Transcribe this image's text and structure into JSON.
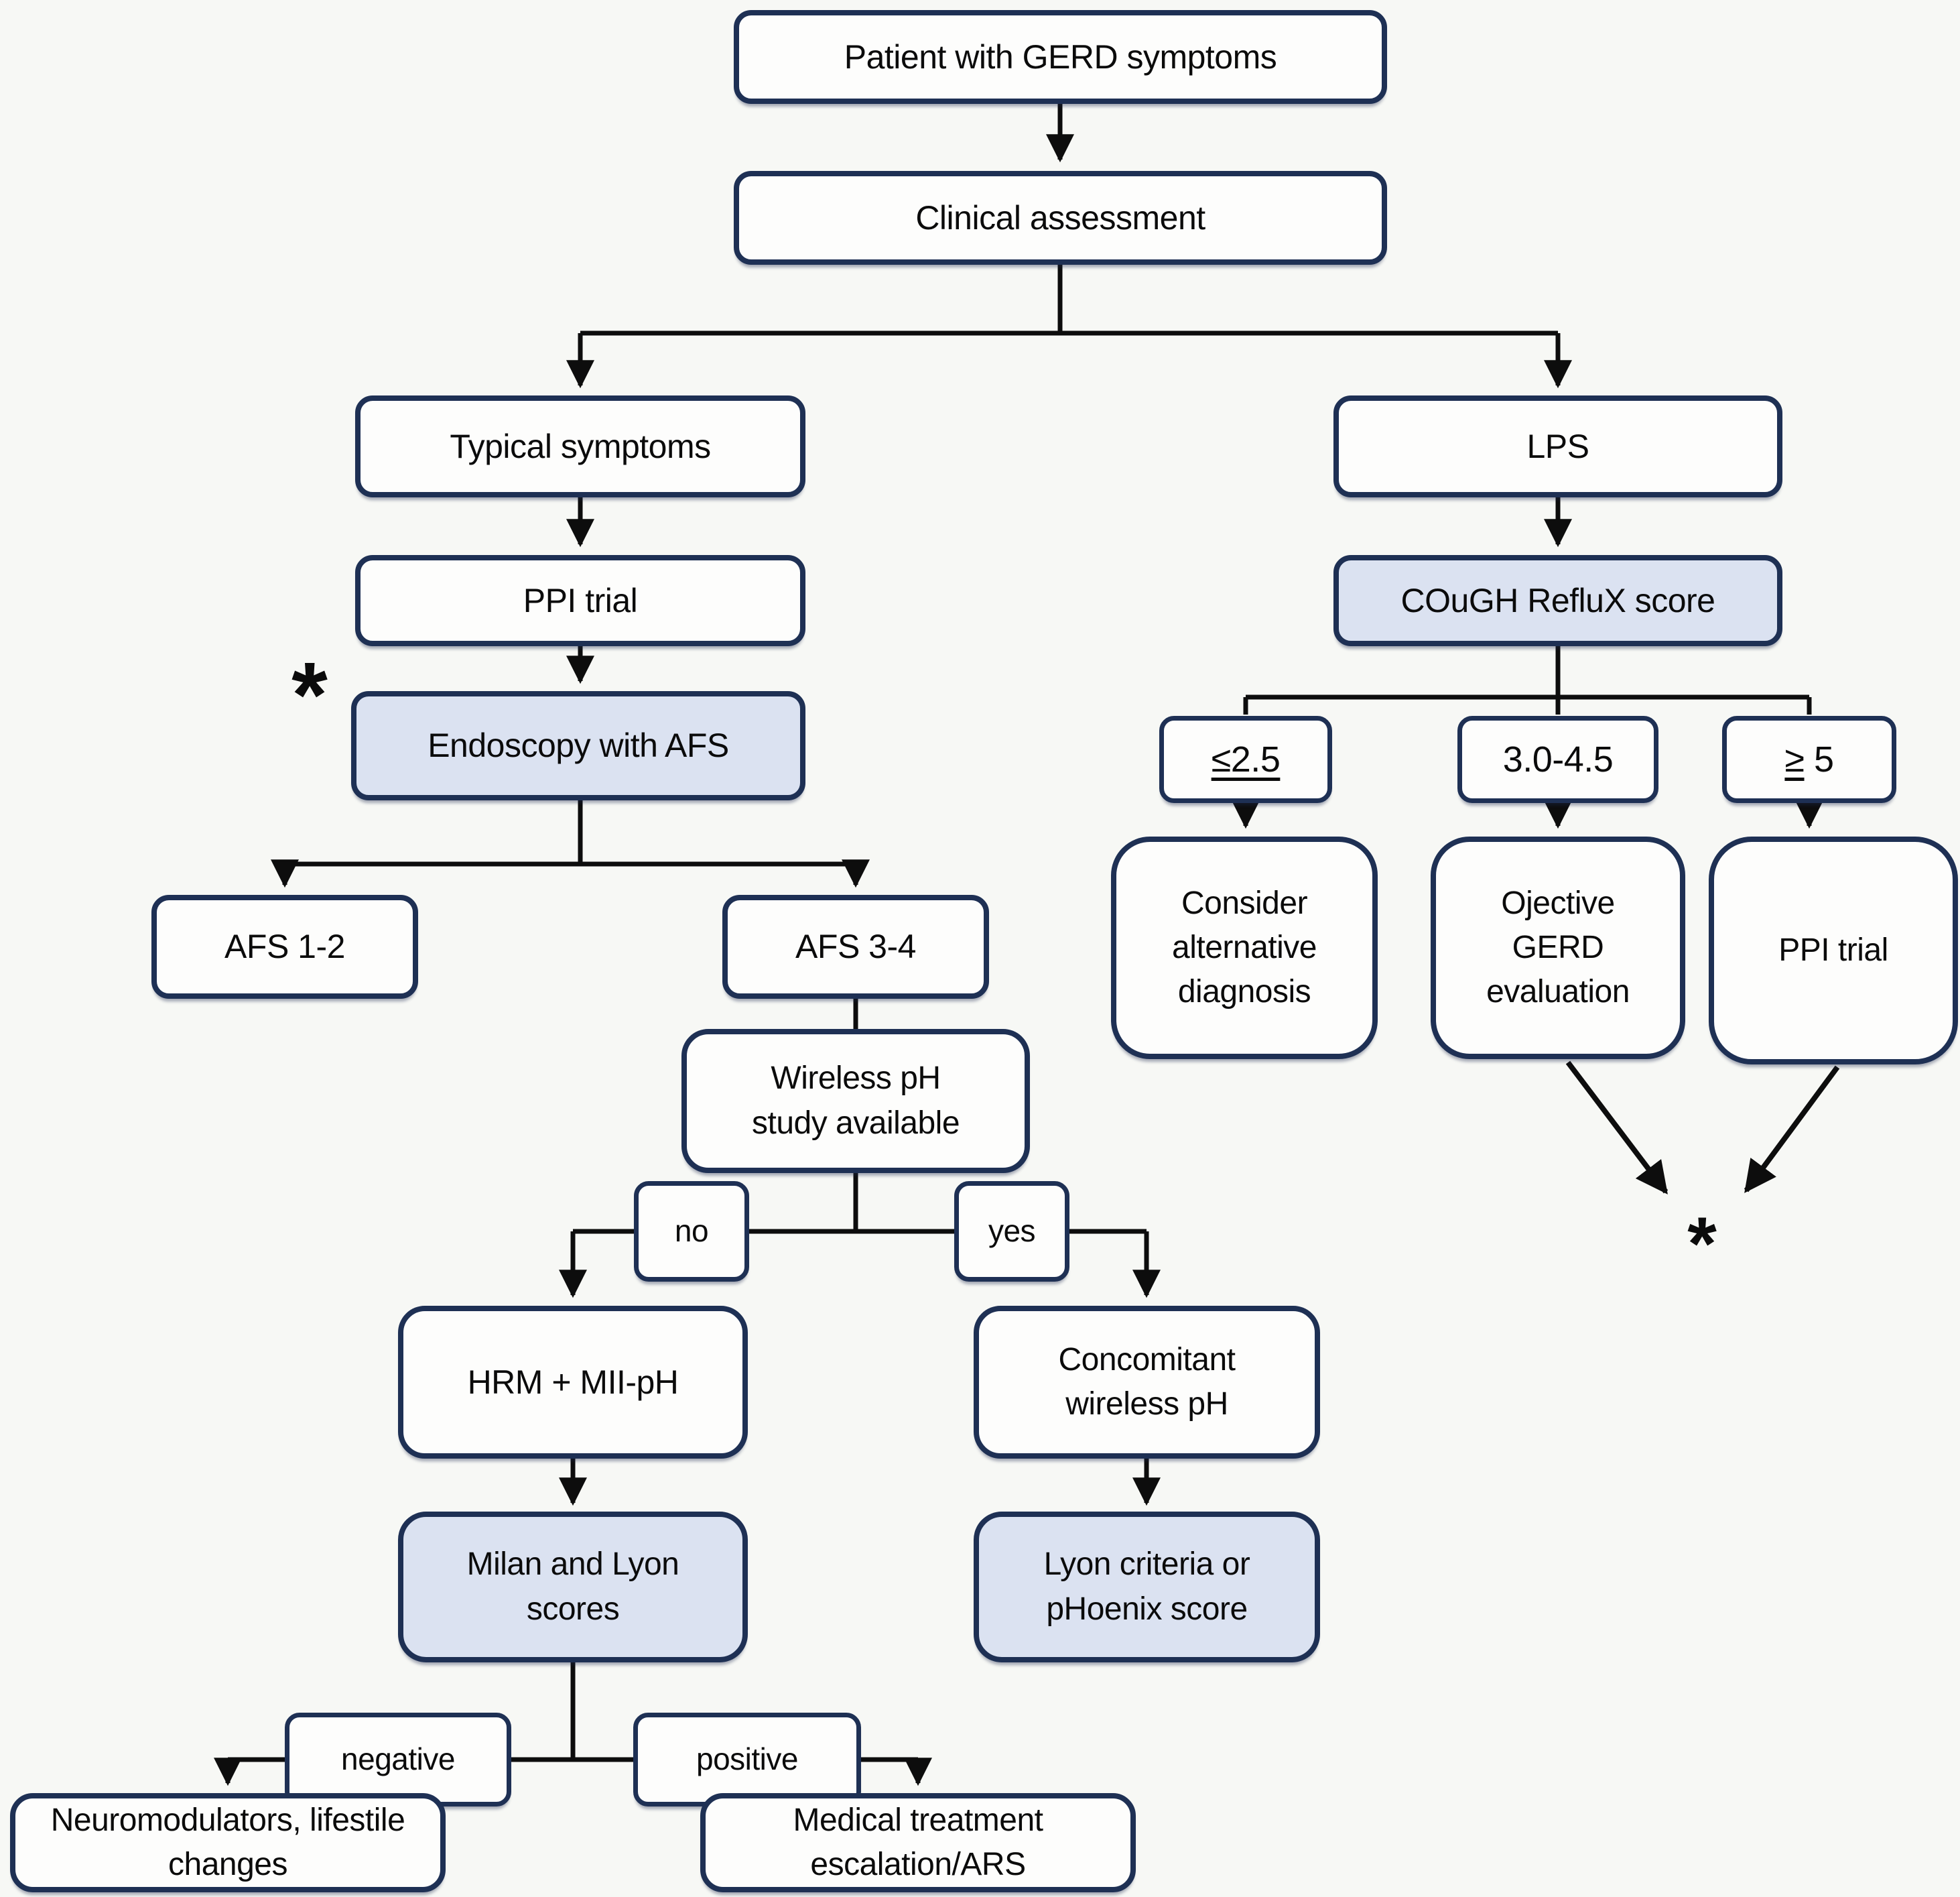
{
  "figure": {
    "description": "GERD diagnostic algorithm flowchart",
    "palette": {
      "background": "#f7f8f5",
      "box_border": "#1e3054",
      "box_fill": "#fdfdfc",
      "box_fill_shaded": "#dbe2f1",
      "connector": "#0d0d0d",
      "text": "#0b0b0b"
    }
  },
  "nodes": {
    "patient": {
      "label": "Patient with GERD symptoms"
    },
    "clinical": {
      "label": "Clinical assessment"
    },
    "typical": {
      "label": "Typical symptoms"
    },
    "lps": {
      "label": "LPS"
    },
    "ppi_left": {
      "label": "PPI trial"
    },
    "cough": {
      "label": "COuGH RefluX score"
    },
    "endoscopy": {
      "label": "Endoscopy with AFS"
    },
    "score_low": {
      "label": "≤2.5"
    },
    "score_mid": {
      "label": "3.0-4.5"
    },
    "score_high": {
      "prefix": "≥",
      "suffix": " 5"
    },
    "consider": {
      "label": "Consider alternative diagnosis"
    },
    "objective": {
      "label": "Ojective GERD evaluation"
    },
    "ppi_right": {
      "label": "PPI trial"
    },
    "afs12": {
      "label": "AFS 1-2"
    },
    "afs34": {
      "label": "AFS 3-4"
    },
    "wireless": {
      "label": "Wireless pH study available"
    },
    "no": {
      "label": "no"
    },
    "yes": {
      "label": "yes"
    },
    "hrm": {
      "label": "HRM + MII-pH"
    },
    "concomitant": {
      "label": "Concomitant wireless pH"
    },
    "milan": {
      "label": "Milan and Lyon scores"
    },
    "lyon": {
      "label": "Lyon criteria or pHoenix score"
    },
    "negative": {
      "label": "negative"
    },
    "positive": {
      "label": "positive"
    },
    "neuro": {
      "label": "Neuromodulators, lifestile changes"
    },
    "medical": {
      "label": "Medical treatment escalation/ARS"
    }
  },
  "annotations": {
    "asterisk_left": "*",
    "asterisk_right": "*"
  }
}
